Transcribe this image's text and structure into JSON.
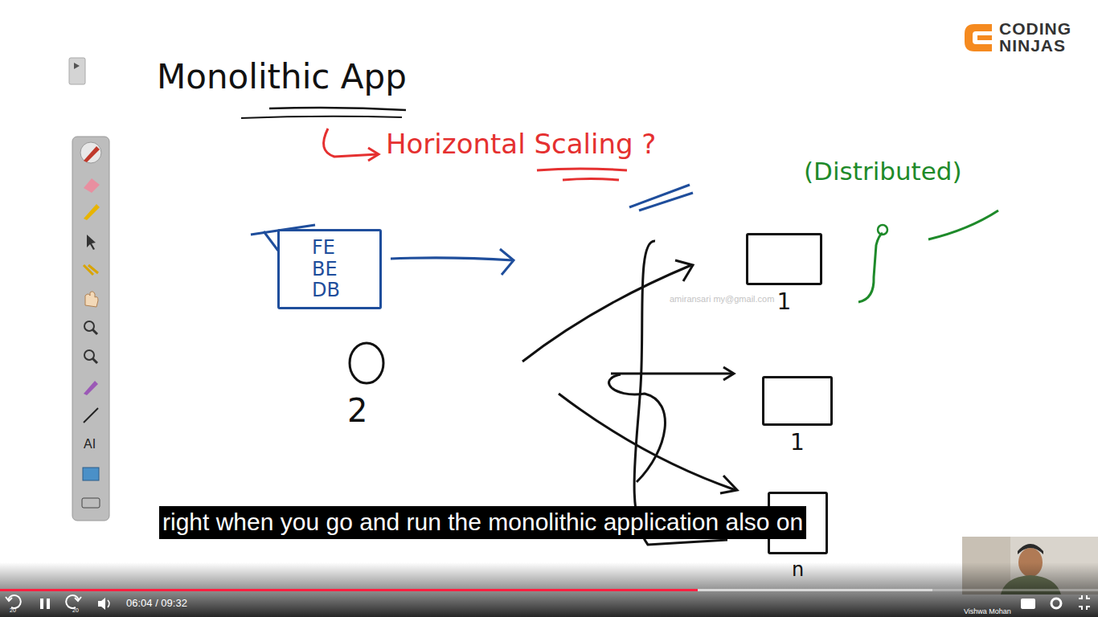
{
  "diagram": {
    "title": "Monolithic App",
    "nodes": [
      {
        "text": [
          "FE",
          "BE",
          "DB"
        ]
      },
      {
        "text": [
          "1"
        ]
      },
      {
        "text": [
          "1"
        ]
      },
      {
        "text": [
          "n"
        ]
      }
    ],
    "labels": [
      "Horizontal Scaling ?",
      "(Distributed)",
      "2",
      "amiransari my@gmail.com",
      "CODING",
      "NINJAS",
      "right when you go and run the monolithic application also on",
      "06:04 / 09:32",
      "20",
      "20",
      "AI",
      "Vishwa Mohan"
    ]
  }
}
